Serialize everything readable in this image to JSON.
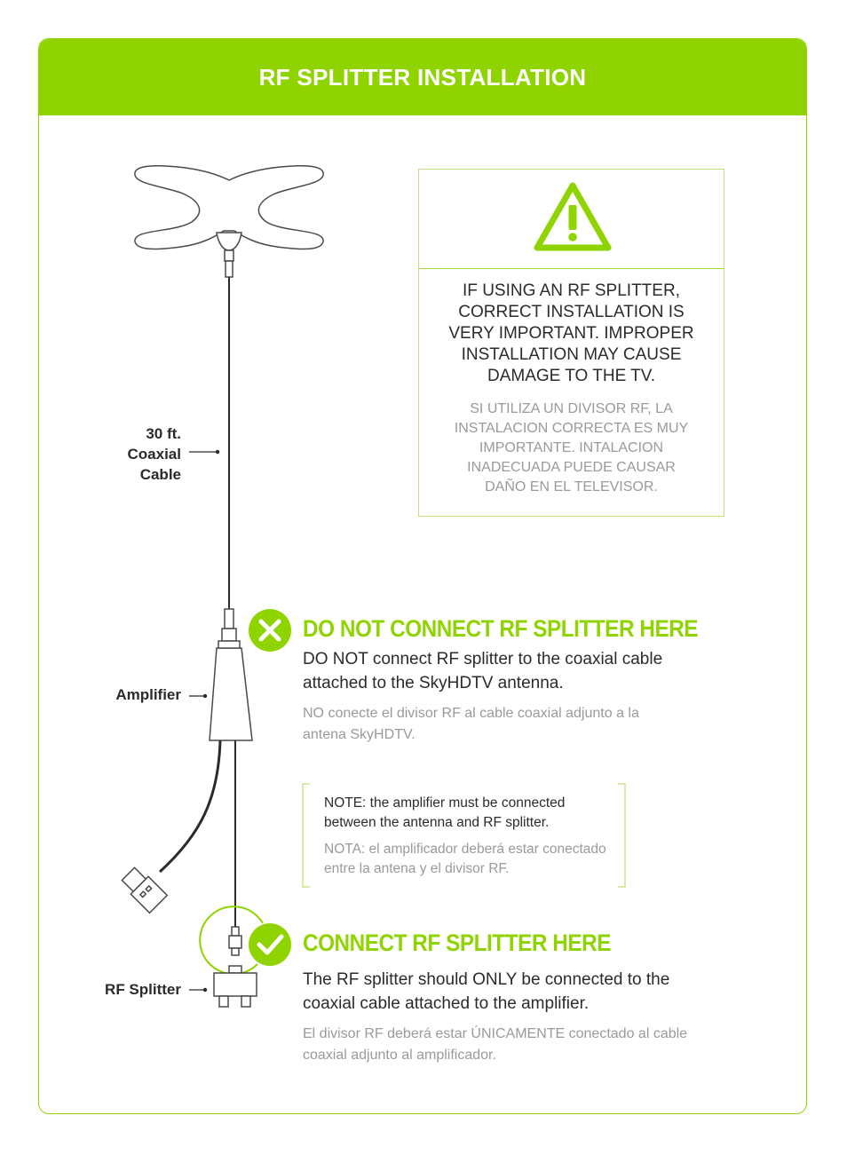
{
  "header": {
    "title": "RF SPLITTER INSTALLATION"
  },
  "warning": {
    "icon": "warning-triangle-icon",
    "text_en": "IF USING AN RF SPLITTER, CORRECT INSTALLATION IS VERY IMPORTANT. IMPROPER INSTALLATION MAY CAUSE DAMAGE TO THE TV.",
    "text_es": "SI UTILIZA UN DIVISOR RF, LA INSTALACION CORRECTA ES MUY IMPORTANTE. INTALACION INADECUADA PUEDE CAUSAR DAÑO EN EL TELEVISOR."
  },
  "labels": {
    "cable": "30 ft. Coaxial Cable",
    "amplifier": "Amplifier",
    "splitter": "RF Splitter"
  },
  "do_not": {
    "icon": "x-circle-icon",
    "title": "DO NOT CONNECT RF SPLITTER HERE",
    "text_en": "DO NOT connect RF splitter to the coaxial cable attached to the SkyHDTV antenna.",
    "text_es": "NO conecte el divisor RF al cable coaxial adjunto a la antena SkyHDTV."
  },
  "note": {
    "text_en": "NOTE: the amplifier must be connected between the antenna and RF splitter.",
    "text_es": "NOTA: el amplificador deberá estar conectado entre la antena y el divisor RF."
  },
  "do": {
    "icon": "check-circle-icon",
    "title": "CONNECT RF SPLITTER HERE",
    "text_en": "The RF splitter should ONLY be connected to the coaxial cable attached to the amplifier.",
    "text_es": "El divisor RF deberá estar ÚNICAMENTE conectado al cable coaxial adjunto al amplificador."
  },
  "colors": {
    "accent": "#8fd400",
    "text": "#2b2b2b",
    "muted": "#9a9a9a"
  }
}
